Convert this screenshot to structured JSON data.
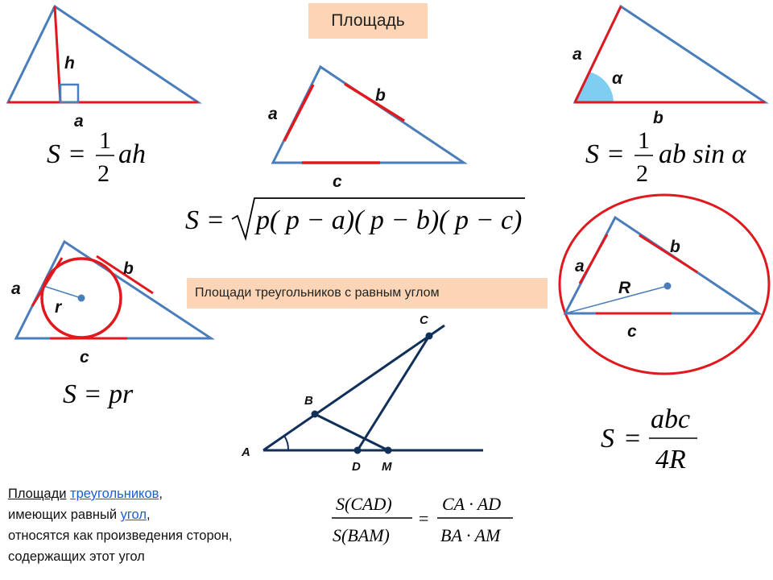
{
  "title": "Площадь",
  "subtitle": "Площади треугольников с равным углом",
  "colors": {
    "triangle": "#4a7ebb",
    "highlight": "#e0191e",
    "angle": "#7ecef2",
    "construction": "#10305a",
    "box": "#fbd5b5"
  },
  "fig1": {
    "h": "h",
    "a": "a",
    "formula": {
      "S": "S",
      "eq": "=",
      "num": "1",
      "den": "2",
      "rest": "ah"
    }
  },
  "fig2": {
    "a": "a",
    "b": "b",
    "c": "c",
    "formula": "S = √p(p−a)(p−b)(p−c)",
    "f_S": "S",
    "f_eq": "=",
    "f_rad": "p( p − a)( p − b)( p − c)"
  },
  "fig3": {
    "a": "a",
    "alpha": "α",
    "b": "b",
    "formula": {
      "S": "S",
      "eq": "=",
      "num": "1",
      "den": "2",
      "rest": "ab sin α"
    }
  },
  "fig4": {
    "a": "a",
    "b": "b",
    "c": "c",
    "r": "r",
    "formula": "S = pr"
  },
  "fig5": {
    "a": "a",
    "b": "b",
    "c": "c",
    "R": "R",
    "formula": {
      "S": "S",
      "eq": "=",
      "num": "abc",
      "den": "4R"
    }
  },
  "fig6": {
    "A": "A",
    "B": "B",
    "C": "C",
    "D": "D",
    "M": "M"
  },
  "ratio": {
    "left_num": "S(CAD)",
    "left_den": "S(BAM)",
    "eq": "=",
    "right_num": "CA · AD",
    "right_den": "BA · AM"
  },
  "statement": {
    "w1": "Площади",
    "link1": "треугольников",
    "t1": ",",
    "t2": "имеющих равный",
    "link2": "угол",
    "t3": ",",
    "line3": "относятся как произведения сторон,",
    "line4": "содержащих этот угол"
  }
}
